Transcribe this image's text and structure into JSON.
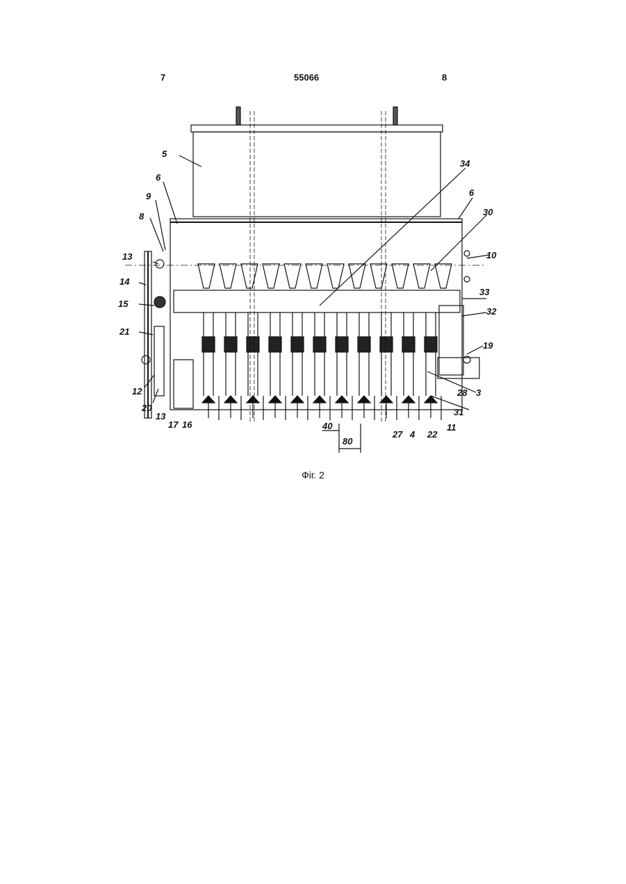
{
  "header": {
    "left_page": "7",
    "patent_number": "55066",
    "right_page": "8"
  },
  "caption": "Фіг. 2",
  "callouts": [
    "5",
    "6",
    "9",
    "8",
    "13",
    "14",
    "15",
    "21",
    "12",
    "20",
    "13",
    "17",
    "16",
    "34",
    "6",
    "30",
    "10",
    "33",
    "32",
    "19",
    "3",
    "28",
    "31",
    "11",
    "22",
    "4",
    "27"
  ],
  "dimensions": [
    "40",
    "80"
  ]
}
